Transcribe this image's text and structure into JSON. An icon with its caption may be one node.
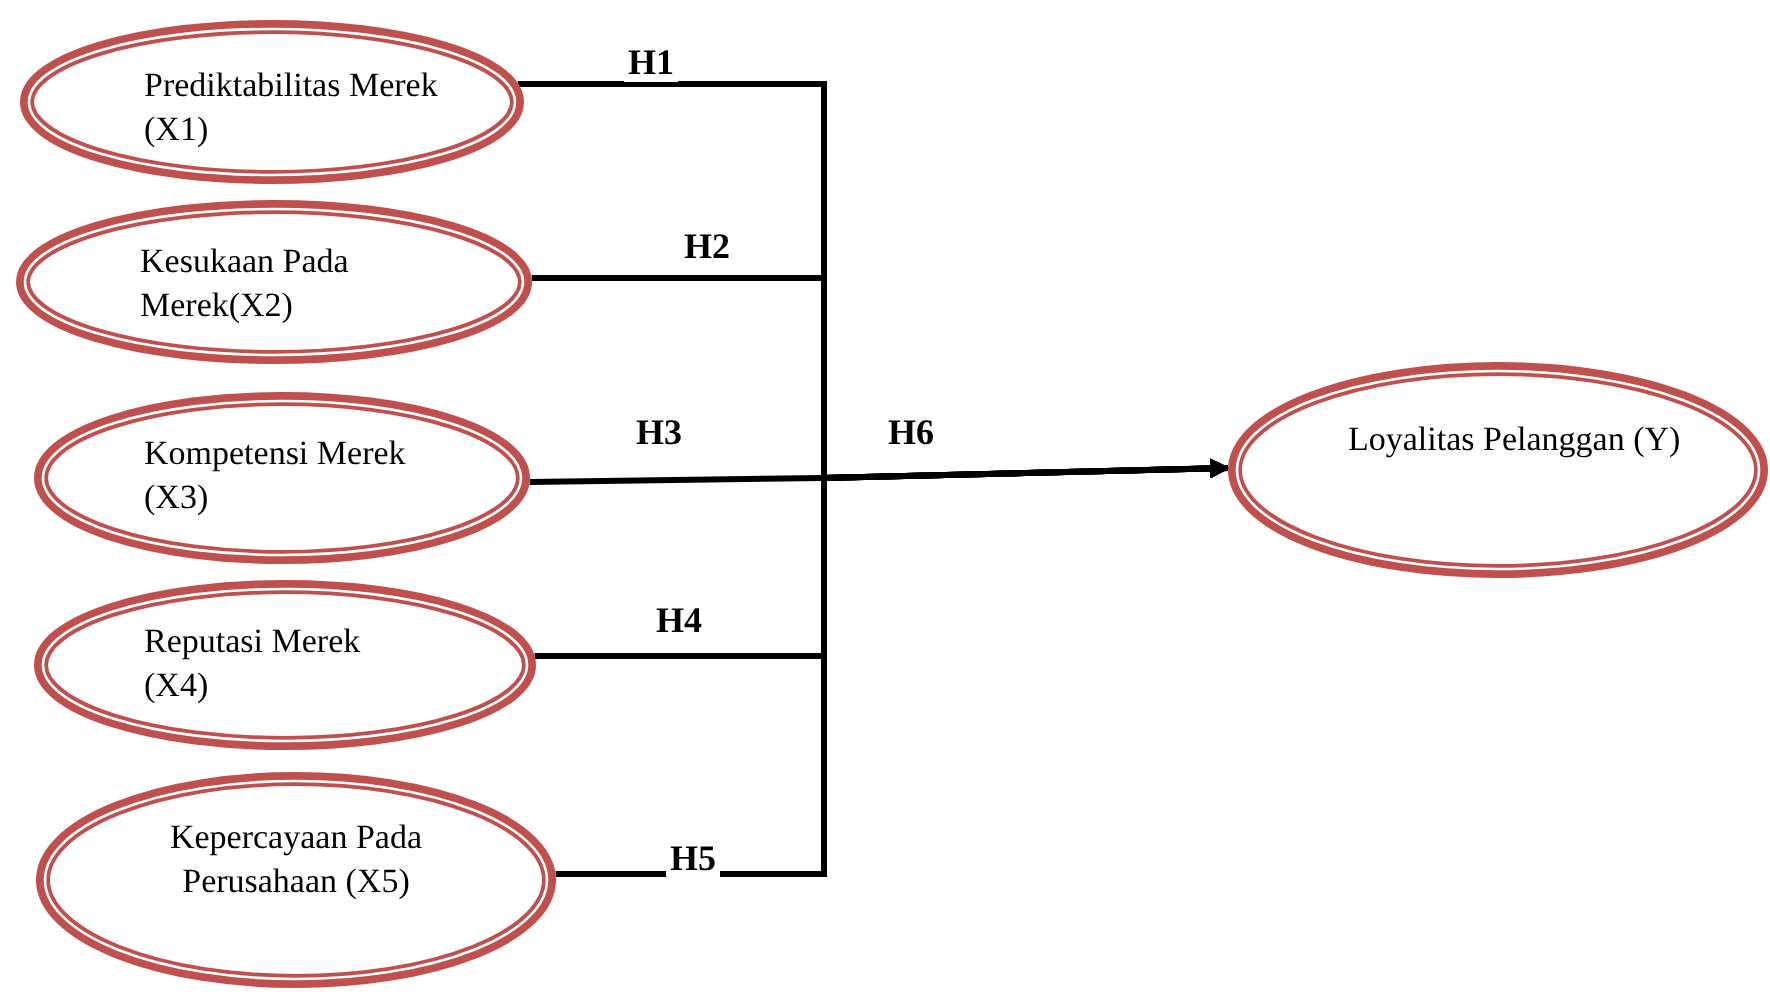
{
  "diagram": {
    "nodes": [
      {
        "text": [
          "Prediktabilitas Merek (X1)"
        ]
      },
      {
        "text": [
          "Kesukaan Pada Merek(X2)"
        ]
      },
      {
        "text": [
          "Kompetensi Merek (X3)"
        ]
      },
      {
        "text": [
          "Reputasi Merek (X4)"
        ]
      },
      {
        "text": [
          "Kepercayaan Pada Perusahaan (X5)"
        ]
      },
      {
        "text": [
          "Loyalitas Pelanggan (Y)"
        ]
      }
    ],
    "edges": [
      {
        "from": 0,
        "to": 5,
        "arrow": "to",
        "label": "H1"
      },
      {
        "from": 1,
        "to": 5,
        "arrow": "to",
        "label": "H2"
      },
      {
        "from": 2,
        "to": 5,
        "arrow": "to",
        "label": "H3"
      },
      {
        "from": 3,
        "to": 5,
        "arrow": "to",
        "label": "H4"
      },
      {
        "from": 4,
        "to": 5,
        "arrow": "to",
        "label": "H5"
      }
    ],
    "labels": [
      "H6"
    ]
  }
}
